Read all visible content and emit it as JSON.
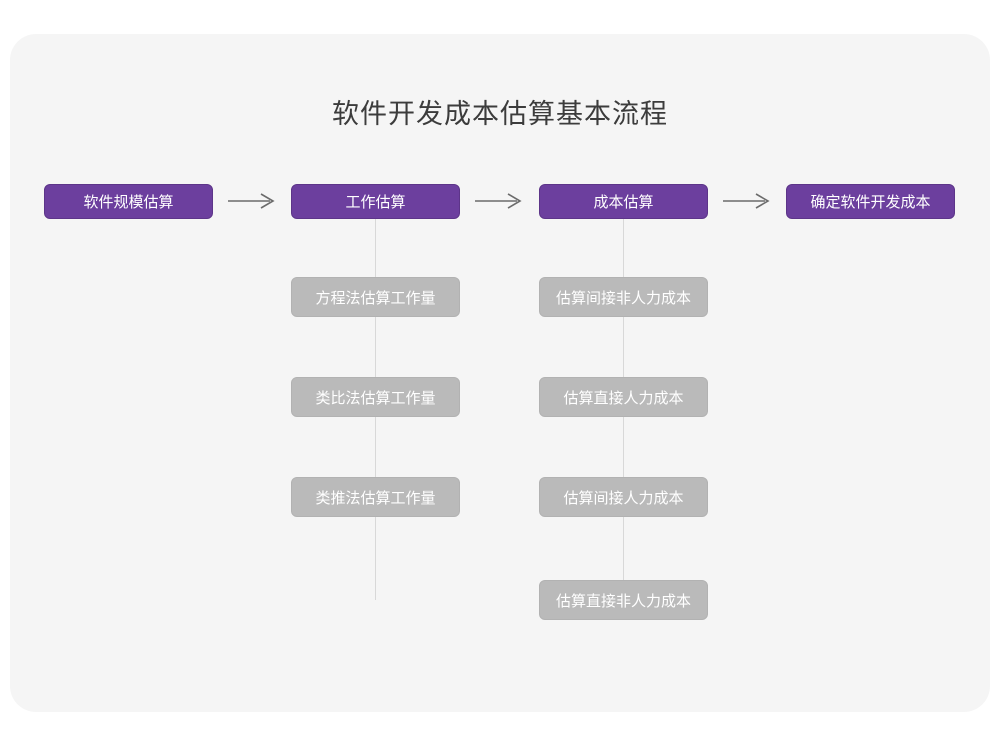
{
  "page": {
    "background_color": "#ffffff",
    "card_color": "#f5f5f5"
  },
  "title": "软件开发成本估算基本流程",
  "colors": {
    "primary_fill": "#6c3f9e",
    "primary_border": "#5d3589",
    "secondary_fill": "#bababa",
    "secondary_border": "#b2b2b2",
    "connector": "#d8d8d8",
    "arrow": "#6b6b6b",
    "title_text": "#3c3c3c",
    "node_text": "#ffffff"
  },
  "chart_data": {
    "type": "diagram",
    "title": "软件开发成本估算基本流程",
    "orientation": "left-to-right main flow with vertical sub-step chains",
    "main_flow": [
      "软件规模估算",
      "工作估算",
      "成本估算",
      "确定软件开发成本"
    ],
    "arrows": [
      {
        "from": "软件规模估算",
        "to": "工作估算",
        "glyph": "arrow-right"
      },
      {
        "from": "工作估算",
        "to": "成本估算",
        "glyph": "arrow-right"
      },
      {
        "from": "成本估算",
        "to": "确定软件开发成本",
        "glyph": "arrow-right"
      }
    ],
    "sub_chains": [
      {
        "parent": "工作估算",
        "items": [
          "方程法估算工作量",
          "类比法估算工作量",
          "类推法估算工作量"
        ]
      },
      {
        "parent": "成本估算",
        "items": [
          "估算间接非人力成本",
          "估算直接人力成本",
          "估算间接人力成本",
          "估算直接非人力成本"
        ]
      }
    ]
  },
  "flow": {
    "steps": [
      {
        "label": "软件规模估算"
      },
      {
        "label": "工作估算"
      },
      {
        "label": "成本估算"
      },
      {
        "label": "确定软件开发成本"
      }
    ]
  },
  "effort_column": {
    "items": [
      {
        "label": "方程法估算工作量"
      },
      {
        "label": "类比法估算工作量"
      },
      {
        "label": "类推法估算工作量"
      }
    ]
  },
  "cost_column": {
    "items": [
      {
        "label": "估算间接非人力成本"
      },
      {
        "label": "估算直接人力成本"
      },
      {
        "label": "估算间接人力成本"
      },
      {
        "label": "估算直接非人力成本"
      }
    ]
  }
}
